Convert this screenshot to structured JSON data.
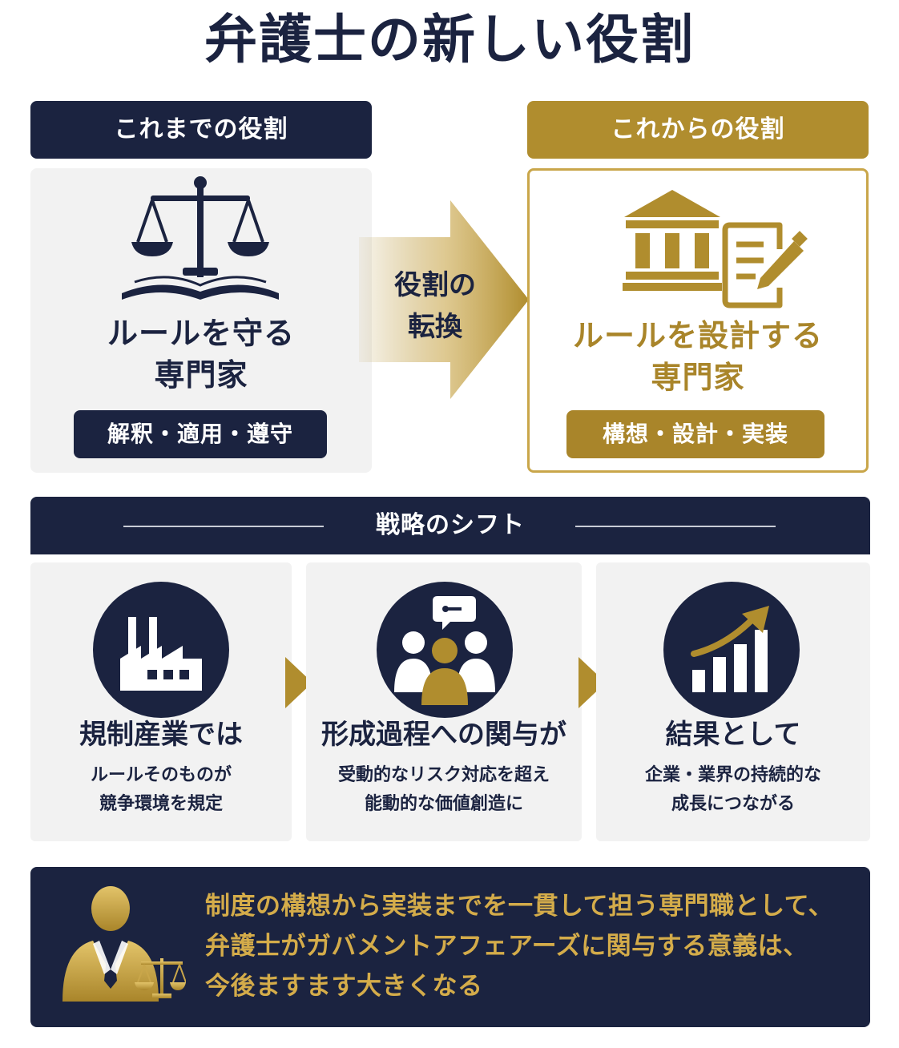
{
  "title": "弁護士の新しい役割",
  "old_role": {
    "header": "これまでの役割",
    "title_lines": [
      "ルールを守る",
      "専門家"
    ],
    "pill": "解釈・適用・遵守",
    "icon": "scales-of-justice-on-book-icon"
  },
  "transition": {
    "lines": [
      "役割の",
      "転換"
    ],
    "icon": "right-arrow-icon"
  },
  "new_role": {
    "header": "これからの役割",
    "title_lines": [
      "ルールを設計する",
      "専門家"
    ],
    "pill": "構想・設計・実装",
    "icons": [
      "government-building-icon",
      "document-pen-icon"
    ]
  },
  "shift": {
    "title": "戦略のシフト",
    "steps": [
      {
        "title": "規制産業では",
        "desc_lines": [
          "ルールそのものが",
          "競争環境を規定"
        ],
        "icon": "factory-icon"
      },
      {
        "title": "形成過程への関与が",
        "desc_lines": [
          "受動的なリスク対応を超え",
          "能動的な価値創造に"
        ],
        "icon": "people-discussion-icon"
      },
      {
        "title": "結果として",
        "desc_lines": [
          "企業・業界の持続的な",
          "成長につながる"
        ],
        "icon": "growth-chart-icon"
      }
    ]
  },
  "conclusion": {
    "lines": [
      "制度の構想から実装までを一貫して担う専門職として、",
      "弁護士がガバメントアフェアーズに関与する意義は、",
      "今後ますます大きくなる"
    ],
    "icon": "lawyer-with-scales-icon"
  },
  "colors": {
    "navy": "#1b2340",
    "gold": "#b08d2e",
    "light_gray": "#f2f2f2"
  }
}
